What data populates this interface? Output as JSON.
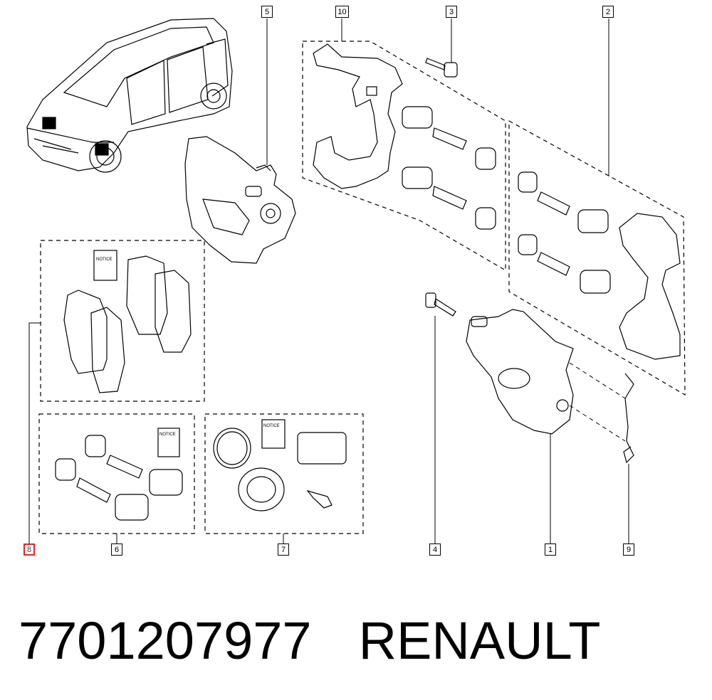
{
  "callouts": [
    {
      "id": "c1",
      "label": "1"
    },
    {
      "id": "c2",
      "label": "2"
    },
    {
      "id": "c3",
      "label": "3"
    },
    {
      "id": "c4",
      "label": "4"
    },
    {
      "id": "c5",
      "label": "5"
    },
    {
      "id": "c6",
      "label": "6"
    },
    {
      "id": "c7",
      "label": "7"
    },
    {
      "id": "c8",
      "label": "8"
    },
    {
      "id": "c9",
      "label": "9"
    },
    {
      "id": "c10",
      "label": "10"
    }
  ],
  "notice_label": "NOTICE",
  "footer": {
    "part_number": "7701207977",
    "brand": "RENAULT"
  },
  "colors": {
    "highlight": "#e0262b",
    "line": "#000000"
  }
}
